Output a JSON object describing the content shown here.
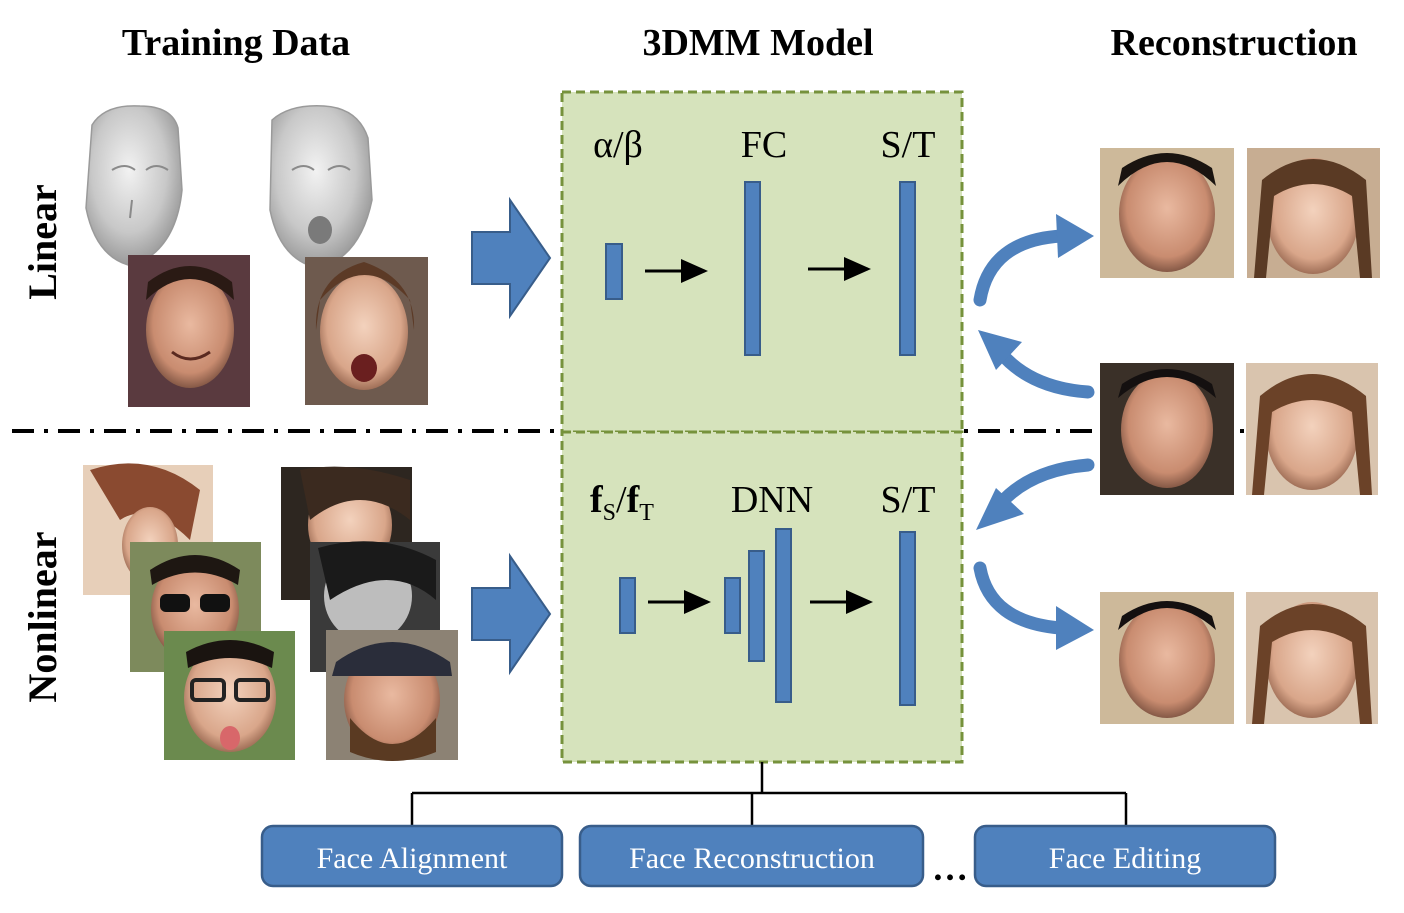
{
  "headers": {
    "training": "Training Data",
    "model": "3DMM Model",
    "recon": "Reconstruction"
  },
  "rows": {
    "linear": "Linear",
    "nonlinear": "Nonlinear"
  },
  "linear_model": {
    "input": "α/β",
    "mid": "FC",
    "output": "S/T"
  },
  "nonlinear_model": {
    "input_f1": "f",
    "input_s": "S",
    "input_slash": "/",
    "input_f2": "f",
    "input_t": "T",
    "mid": "DNN",
    "output": "S/T"
  },
  "applications": [
    {
      "label": "Face Alignment"
    },
    {
      "label": "Face Reconstruction"
    },
    {
      "label": "Face Editing"
    }
  ],
  "ellipsis": "…",
  "colors": {
    "box_fill": "#d6e3bc",
    "box_border": "#76923c",
    "bar_fill": "#4f81bd",
    "bar_stroke": "#385d8a",
    "app_fill": "#4f81bd",
    "app_text": "#ffffff"
  }
}
